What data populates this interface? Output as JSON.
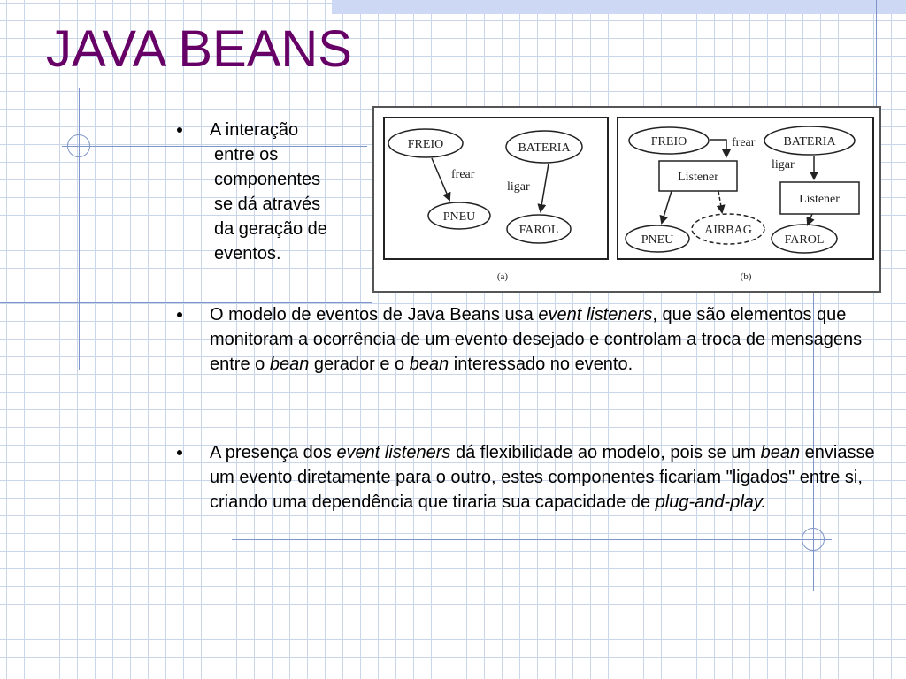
{
  "slide": {
    "title": "JAVA BEANS",
    "bullet1": {
      "lines": [
        "A interação",
        "entre os",
        "componentes",
        "se dá através",
        "da geração de",
        "eventos."
      ]
    },
    "bullet2": {
      "t1": " O modelo de eventos de Java Beans usa ",
      "i1": "event listeners",
      "t2": ", que são elementos que monitoram a ocorrência de um evento desejado e controlam a troca de mensagens entre o ",
      "i2": "bean",
      "t3": " gerador e o ",
      "i3": "bean",
      "t4": " interessado no evento."
    },
    "bullet3": {
      "t1": " A presença dos ",
      "i1": "event listeners",
      "t2": " dá flexibilidade ao modelo, pois se um ",
      "i2": "bean",
      "t3": " enviasse um evento diretamente para o outro, estes componentes ficariam \"ligados\" entre si, criando uma dependência que tiraria sua capacidade de ",
      "i3": "plug-and-play."
    }
  },
  "figure": {
    "a": {
      "freio": "FREIO",
      "bateria": "BATERIA",
      "frear": "frear",
      "ligar": "ligar",
      "pneu": "PNEU",
      "farol": "FAROL",
      "caption": "(a)"
    },
    "b": {
      "freio": "FREIO",
      "frear": "frear",
      "bateria": "BATERIA",
      "listener1": "Listener",
      "ligar": "ligar",
      "listener2": "Listener",
      "pneu": "PNEU",
      "airbag": "AIRBAG",
      "farol": "FAROL",
      "caption": "(b)"
    }
  }
}
